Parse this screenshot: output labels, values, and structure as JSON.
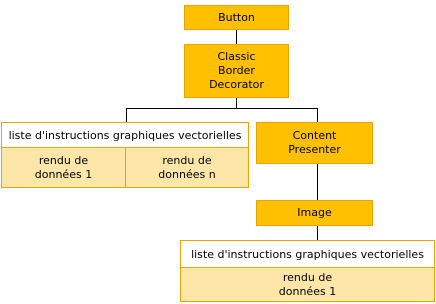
{
  "colors": {
    "node_fill": "#ffc000",
    "node_border": "#e8a400",
    "list_fill": "#fde6a8",
    "list_header_fill": "#ffffff",
    "connector": "#000000"
  },
  "nodes": {
    "button": "Button",
    "classic_border_decorator": [
      "Classic",
      "Border",
      "Decorator"
    ],
    "content_presenter": [
      "Content",
      "Presenter"
    ],
    "image": "Image"
  },
  "lists": {
    "border_drawing": {
      "header": "liste d'instructions graphiques vectorielles",
      "cells": [
        [
          "rendu de",
          "données 1"
        ],
        [
          "rendu de",
          "données n"
        ]
      ]
    },
    "image_drawing": {
      "header": "liste d'instructions graphiques vectorielles",
      "cells": [
        [
          "rendu de",
          "données 1"
        ]
      ]
    }
  }
}
